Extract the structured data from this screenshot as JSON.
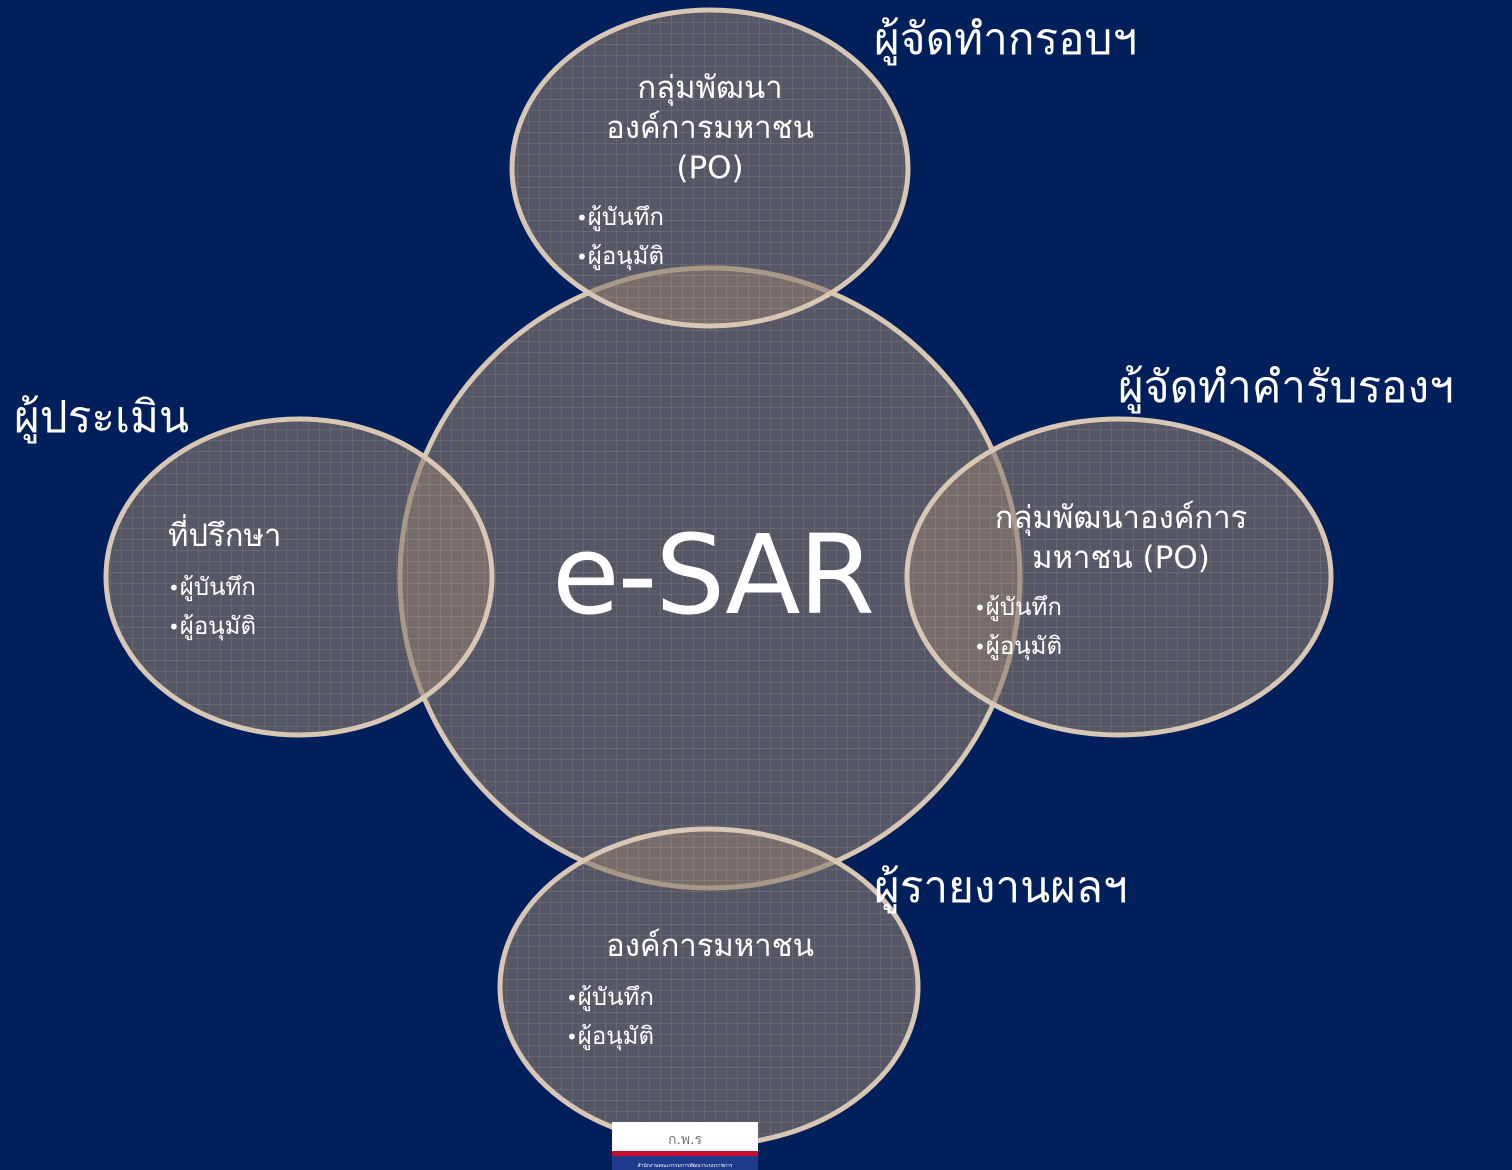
{
  "colors": {
    "background": "#001f5b",
    "circle_fill": "#8a7a6e",
    "circle_stroke": "#d8c7b4",
    "grid_line": "#b8a89a",
    "text": "#ffffff"
  },
  "center": {
    "label": "e-SAR"
  },
  "roles": {
    "top": "ผู้จัดทำกรอบฯ",
    "right": "ผู้จัดทำคำรับรองฯ",
    "left": "ผู้ประเมิน",
    "bottom": "ผู้รายงานผลฯ"
  },
  "nodes": {
    "top": {
      "title_lines": [
        "กลุ่มพัฒนา",
        "องค์การมหาชน",
        "(PO)"
      ],
      "bullets": [
        "ผู้บันทึก",
        "ผู้อนุมัติ"
      ]
    },
    "left": {
      "title_lines": [
        "ที่ปรึกษา"
      ],
      "bullets": [
        "ผู้บันทึก",
        "ผู้อนุมัติ"
      ]
    },
    "right": {
      "title_lines": [
        "กลุ่มพัฒนาองค์การ",
        "มหาชน (PO)"
      ],
      "bullets": [
        "ผู้บันทึก",
        "ผู้อนุมัติ"
      ]
    },
    "bottom": {
      "title_lines": [
        "องค์การมหาชน"
      ],
      "bullets": [
        "ผู้บันทึก",
        "ผู้อนุมัติ"
      ]
    }
  },
  "logo": {
    "text": "ก.พ.ร",
    "subtitle": "สำนักงานคณะกรรมการพัฒนาระบบราชการ"
  }
}
